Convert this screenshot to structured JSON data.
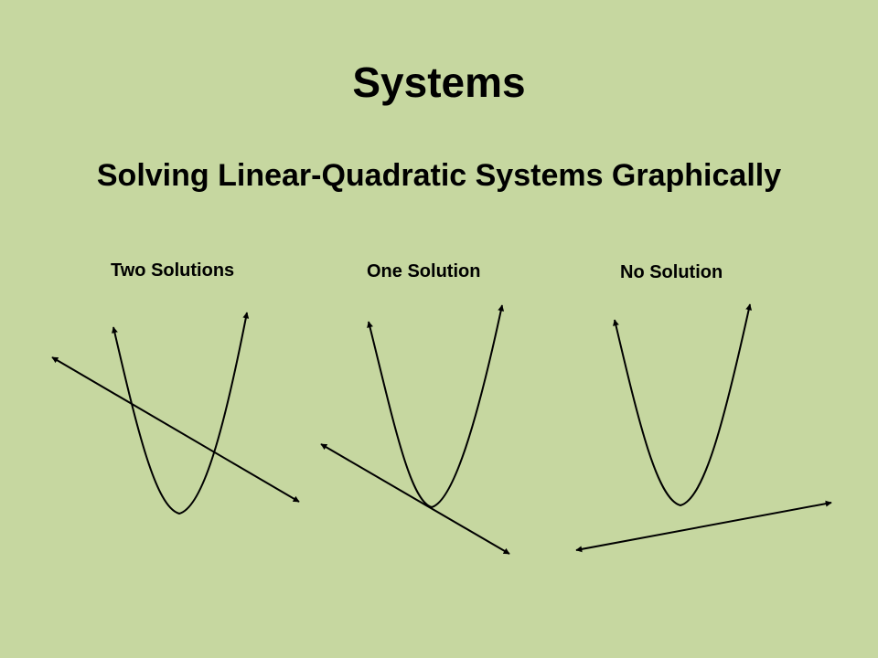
{
  "slide": {
    "title": "Systems",
    "subtitle": "Solving Linear-Quadratic Systems Graphically"
  },
  "panels": [
    {
      "label": "Two Solutions"
    },
    {
      "label": "One Solution"
    },
    {
      "label": "No Solution"
    }
  ],
  "colors": {
    "background": "#c6d7a0",
    "stroke": "#000000"
  }
}
